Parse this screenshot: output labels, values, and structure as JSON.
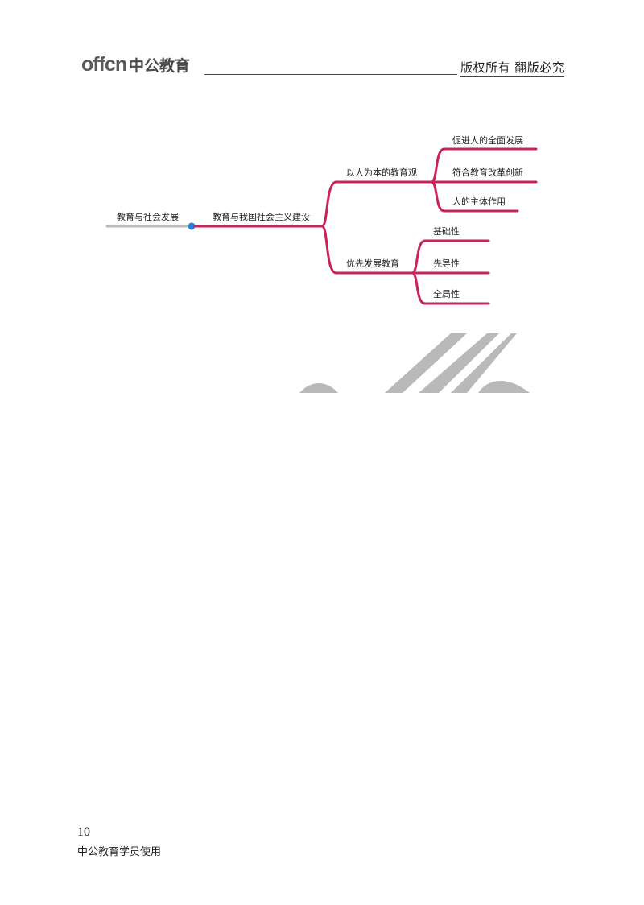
{
  "header": {
    "logo_latin": "offcn",
    "logo_cjk": "中公教育",
    "copyright": "版权所有 翻版必究"
  },
  "mindmap": {
    "root": "教育与社会发展",
    "level1": "教育与我国社会主义建设",
    "branches": [
      {
        "label": "以人为本的教育观",
        "children": [
          "促进人的全面发展",
          "符合教育改革创新",
          "人的主体作用"
        ]
      },
      {
        "label": "优先发展教育",
        "children": [
          "基础性",
          "先导性",
          "全局性"
        ]
      }
    ],
    "colors": {
      "branch": "#c8245a",
      "root_line": "#bdbdbd",
      "node": "#2e7fd9"
    }
  },
  "footer": {
    "page_number": "10",
    "org": "中公教育学员使用"
  }
}
